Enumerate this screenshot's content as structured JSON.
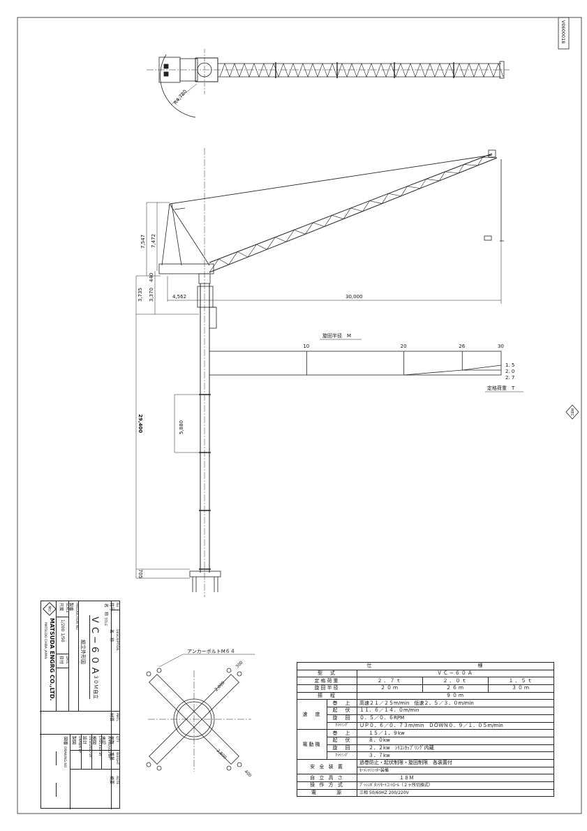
{
  "drawing_number": "V0600018",
  "side_logo": "MEC",
  "plan_view": {
    "radius_label": "R4,780"
  },
  "elevation": {
    "dims": {
      "a_frame_total": "7,547",
      "a_frame": "7,472",
      "slew_total": "3,735",
      "slew": "3,370",
      "slew_gap": "440",
      "counter_radius": "4,562",
      "jib_radius": "30,000",
      "mast_height": "29,400",
      "mast_section": "5,880",
      "base": "705"
    }
  },
  "load_chart": {
    "x_title": "旋回半径　M",
    "x_ticks": [
      "10",
      "20",
      "26",
      "30"
    ],
    "y_title": "定格荷重　T",
    "y_labels": [
      "1. 5",
      "2. 0",
      "2. 7"
    ],
    "points": [
      {
        "radius": 20,
        "load": 2.7
      },
      {
        "radius": 26,
        "load": 2.0
      },
      {
        "radius": 30,
        "load": 1.5
      }
    ]
  },
  "anchor": {
    "label": "アンカーボルトM６４",
    "dims": [
      "300",
      "2,000",
      "2,800",
      "400"
    ]
  },
  "spec": {
    "header": [
      "仕",
      "様"
    ],
    "model": {
      "label": "型　式",
      "value": "ＶＣ−６０Ａ"
    },
    "rated_load": {
      "label": "定格荷重",
      "values": [
        "２．７ｔ",
        "２．０ｔ",
        "１．５ｔ"
      ]
    },
    "radius": {
      "label": "旋回半径",
      "values": [
        "２０ｍ",
        "２６ｍ",
        "３０ｍ"
      ]
    },
    "lift": {
      "label": "揚　程",
      "value": "９０ｍ"
    },
    "speed": {
      "label": "速　度",
      "rows": [
        {
          "label": "巻　上",
          "value": "高速２１／２５m/min　低速２．５／３．０m/min"
        },
        {
          "label": "起　伏",
          "value": "１１．６／１４．０m/min"
        },
        {
          "label": "旋　回",
          "value": "０．５／０．６RPM"
        },
        {
          "label": "ｸﾗｲﾐﾝｸﾞ",
          "value": "ＵＰ０．６／０．７３m/min　ＤＯＷＮ０．９／１．０５m/min"
        }
      ]
    },
    "motor": {
      "label": "電動機",
      "rows": [
        {
          "label": "巻　上",
          "value": "１５／１．９kw"
        },
        {
          "label": "起　伏",
          "value": "８．０kw"
        },
        {
          "label": "旋　回",
          "value": "２．２kw　ｼﾘｺﾝｶｯﾌﾟﾘﾝｸﾞ内蔵"
        },
        {
          "label": "ｸﾗｲﾐﾝｸﾞ",
          "value": "３．７kw"
        }
      ]
    },
    "safety": {
      "label": "安 全 装 置",
      "values": [
        "過巻防止・起伏制限・旋回制限　各装置付",
        "ﾓｰﾒﾝﾄﾘﾐｯﾀｰ装備"
      ]
    },
    "freestanding": {
      "label": "自 立 高 さ",
      "value": "１８Ｍ"
    },
    "operation": {
      "label": "操 作 方 式",
      "value": "ﾌﾟｯｼｭﾎﾞﾀﾝﾘﾓｰﾄｺﾝﾄﾛｰﾙ（２ヶ所切換式）"
    },
    "power": {
      "label": "電　　　源",
      "value": "三相 50/60HZ 200/220V"
    }
  },
  "title_block": {
    "no": "No",
    "no_jp": "符号",
    "description": "DESCRIPTION",
    "description_jp": "名　称",
    "matl": "MATL",
    "matl_jp": "材質",
    "qty": "QTY",
    "qty_jp": "個数",
    "weight": "WEIGHT",
    "weight_jp": "重量",
    "note": "NOTE",
    "note_jp": "摘要",
    "title_label": "TITLE",
    "title_label_jp": "名　称",
    "title": "ＶＣ−６０Ａ",
    "title_sub": "３０Ｍ自立",
    "drawing_name": "組立外形図",
    "production_no": "PRODUCTION NO",
    "production_no_jp": "製番",
    "scale": "SCALE",
    "scale_jp": "尺度",
    "scale_value": "1/200 1/50",
    "date": "DATE",
    "date_jp": "日付",
    "approved": "APPROVED BY",
    "approved_jp": "承認",
    "checked": "CHECKED BY",
    "checked_jp": "検図",
    "designed": "DESIGNED BY",
    "designed_jp": "設計",
    "drawn": "DRAWN BY",
    "drawn_jp": "製図",
    "drawing_no": "DRAWING NO",
    "drawing_no_jp": "図番",
    "company": "MATSUDA ENGRG CO.,LTD.",
    "company_address": "MATSUDO CHIBA JAPAN",
    "logo": "MEC"
  }
}
